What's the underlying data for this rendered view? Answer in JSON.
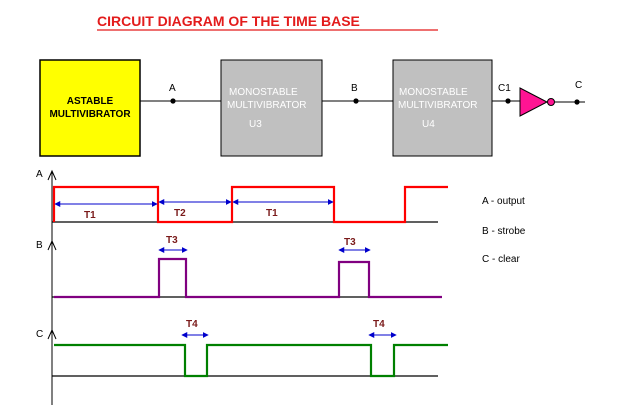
{
  "title": "CIRCUIT DIAGRAM OF THE TIME BASE",
  "blocks": [
    {
      "lines": [
        "ASTABLE",
        "MULTIVIBRATOR"
      ],
      "ref": "",
      "fill": "#ffff00"
    },
    {
      "lines": [
        "MONOSTABLE",
        "MULTIVIBRATOR"
      ],
      "ref": "U3",
      "fill": "#c0c0c0"
    },
    {
      "lines": [
        "MONOSTABLE",
        "MULTIVIBRATOR"
      ],
      "ref": "U4",
      "fill": "#c0c0c0"
    }
  ],
  "nodes": {
    "a": "A",
    "b": "B",
    "c1": "C1",
    "c": "C"
  },
  "axes": {
    "a": "A",
    "b": "B",
    "c": "C"
  },
  "timing_labels": {
    "t1": "T1",
    "t2": "T2",
    "t3": "T3",
    "t4": "T4"
  },
  "legend": [
    "A - output",
    "B - strobe",
    "C - clear"
  ],
  "colors": {
    "title": "#e31b1b",
    "wave_a": "#ff0000",
    "wave_b": "#800080",
    "wave_c": "#008000",
    "inverter": "#ff1493",
    "dim_arrow": "#0000cc",
    "timing_label": "#7a1a1a"
  }
}
